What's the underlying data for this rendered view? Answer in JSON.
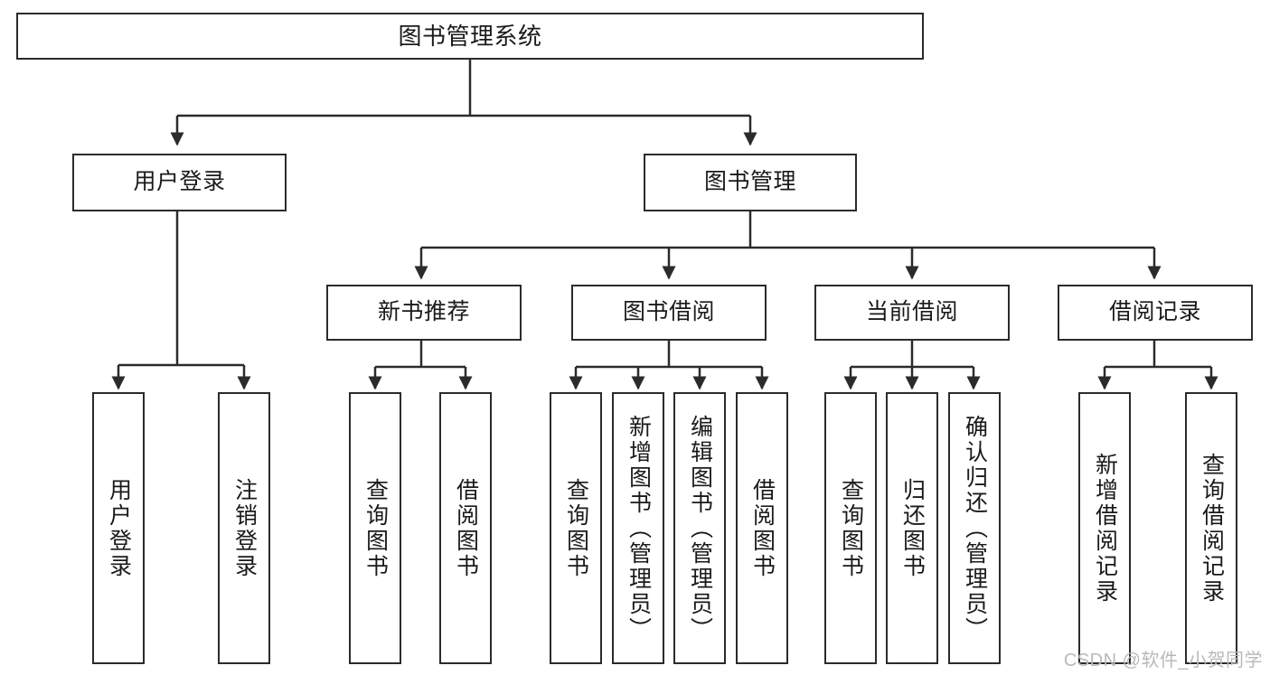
{
  "diagram": {
    "title": "图书管理系统",
    "type": "tree",
    "root": {
      "label": "图书管理系统"
    },
    "level2": [
      {
        "label": "用户登录"
      },
      {
        "label": "图书管理"
      }
    ],
    "level3": [
      {
        "label": "新书推荐"
      },
      {
        "label": "图书借阅"
      },
      {
        "label": "当前借阅"
      },
      {
        "label": "借阅记录"
      }
    ],
    "leaves": {
      "user_login": [
        {
          "label": "用户登录"
        },
        {
          "label": "注销登录"
        }
      ],
      "new_book_recommend": [
        {
          "label": "查询图书"
        },
        {
          "label": "借阅图书"
        }
      ],
      "book_borrow": [
        {
          "label": "查询图书"
        },
        {
          "label": "新增图书（管理员）"
        },
        {
          "label": "编辑图书（管理员）"
        },
        {
          "label": "借阅图书"
        }
      ],
      "current_borrow": [
        {
          "label": "查询图书"
        },
        {
          "label": "归还图书"
        },
        {
          "label": "确认归还（管理员）"
        }
      ],
      "borrow_record": [
        {
          "label": "新增借阅记录"
        },
        {
          "label": "查询借阅记录"
        }
      ]
    }
  },
  "watermark": {
    "text": "CSDN @软件_小贺同学"
  },
  "colors": {
    "box_border": "#2b2b2b",
    "box_fill": "#ffffff",
    "connector": "#2b2b2b",
    "text": "#1a1a1a",
    "watermark": "#b9b9b9"
  }
}
